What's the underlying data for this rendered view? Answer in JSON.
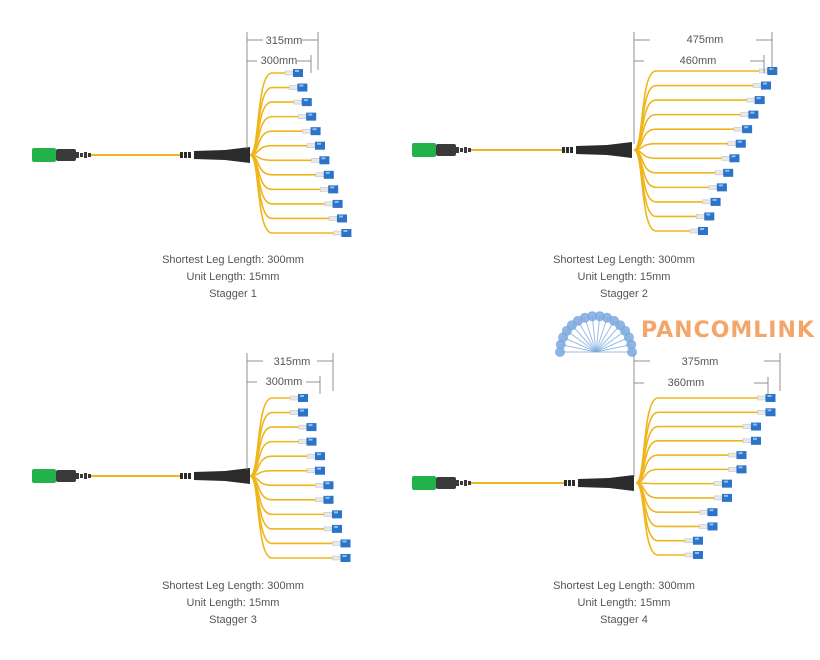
{
  "brand": {
    "name": "PANCOMLINK",
    "color": "#f4a56a",
    "dot_color": "#7aa8de"
  },
  "colors": {
    "fiber": "#f0b51c",
    "boot": "#2b2b2b",
    "mpo_body": "#3a3a3a",
    "mpo_key": "#22b24c",
    "lc_body": "#2c74c9",
    "lc_light": "#8fc0ee",
    "dim_line": "#777777"
  },
  "diagrams": [
    {
      "id": "stagger-1",
      "outer_dim": "315mm",
      "inner_dim": "300mm",
      "captions": [
        "Shortest Leg Length: 300mm",
        "Unit Length: 15mm",
        "Stagger 1"
      ]
    },
    {
      "id": "stagger-2",
      "outer_dim": "475mm",
      "inner_dim": "460mm",
      "captions": [
        "Shortest Leg Length: 300mm",
        "Unit Length: 15mm",
        "Stagger 2"
      ]
    },
    {
      "id": "stagger-3",
      "outer_dim": "315mm",
      "inner_dim": "300mm",
      "captions": [
        "Shortest Leg Length: 300mm",
        "Unit Length: 15mm",
        "Stagger 3"
      ]
    },
    {
      "id": "stagger-4",
      "outer_dim": "375mm",
      "inner_dim": "360mm",
      "captions": [
        "Shortest Leg Length: 300mm",
        "Unit Length: 15mm",
        "Stagger 4"
      ]
    }
  ]
}
